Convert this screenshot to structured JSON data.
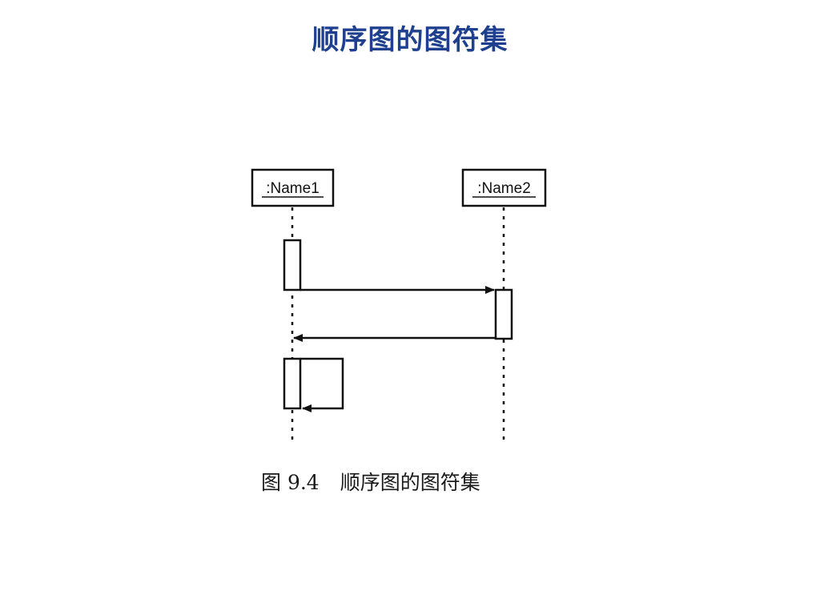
{
  "slide": {
    "title": "顺序图的图符集"
  },
  "diagram": {
    "objects": [
      {
        "label": ":Name1"
      },
      {
        "label": ":Name2"
      }
    ],
    "messages": [
      {
        "from": ":Name1",
        "to": ":Name2",
        "kind": "call"
      },
      {
        "from": ":Name2",
        "to": ":Name1",
        "kind": "return"
      },
      {
        "from": ":Name1",
        "to": ":Name1",
        "kind": "self-call"
      }
    ],
    "line_color": "#111111",
    "caption": {
      "label": "图 9.4",
      "text": "顺序图的图符集"
    }
  },
  "theme": {
    "title_color": "#1f3f8f",
    "background": "#ffffff"
  }
}
